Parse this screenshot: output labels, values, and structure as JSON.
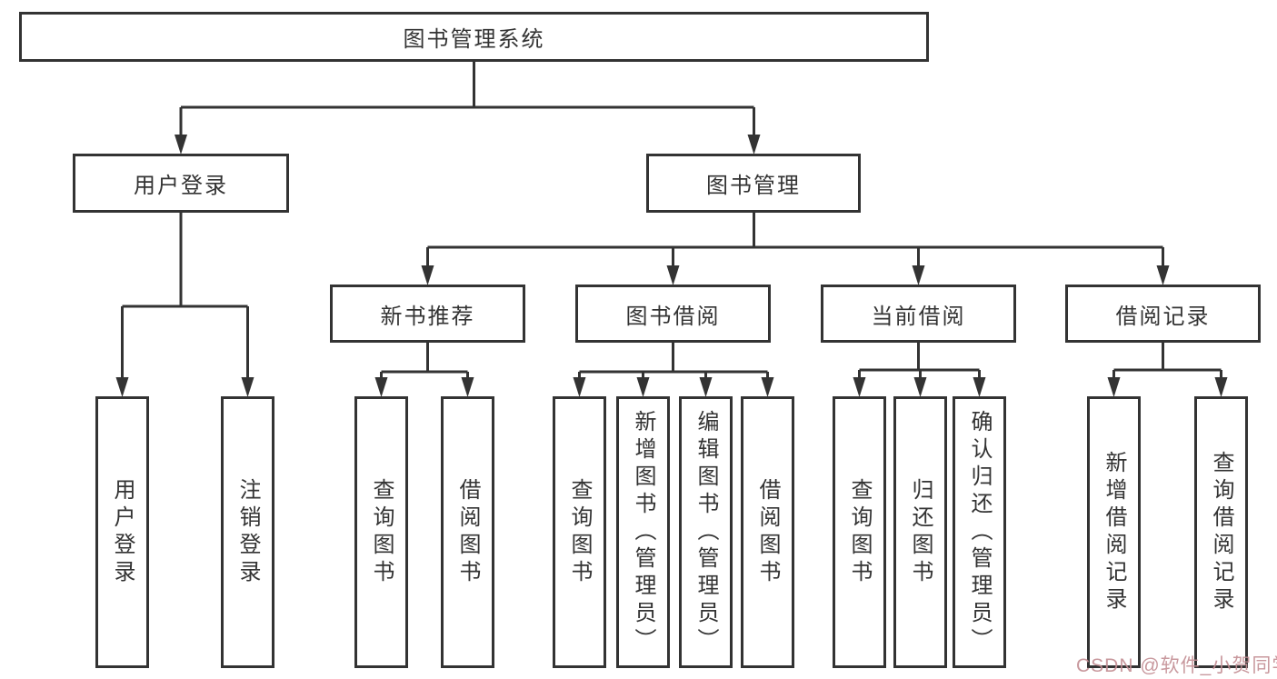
{
  "diagram": {
    "root": {
      "label": "图书管理系统"
    },
    "branches": [
      {
        "label": "用户登录",
        "children": [
          {
            "label": "用户登录"
          },
          {
            "label": "注销登录"
          }
        ]
      },
      {
        "label": "图书管理",
        "children": [
          {
            "label": "新书推荐",
            "children": [
              {
                "label": "查询图书"
              },
              {
                "label": "借阅图书"
              }
            ]
          },
          {
            "label": "图书借阅",
            "children": [
              {
                "label": "查询图书"
              },
              {
                "label": "新增图书（管理员）"
              },
              {
                "label": "编辑图书（管理员）"
              },
              {
                "label": "借阅图书"
              }
            ]
          },
          {
            "label": "当前借阅",
            "children": [
              {
                "label": "查询图书"
              },
              {
                "label": "归还图书"
              },
              {
                "label": "确认归还（管理员）"
              }
            ]
          },
          {
            "label": "借阅记录",
            "children": [
              {
                "label": "新增借阅记录"
              },
              {
                "label": "查询借阅记录"
              }
            ]
          }
        ]
      }
    ]
  },
  "watermark": {
    "text": "CSDN @软件_小贺同学",
    "color": "#c38d93"
  },
  "colors": {
    "line": "#333333",
    "box_border": "#333333",
    "box_fill": "#ffffff",
    "text": "#333333",
    "background": "#ffffff"
  }
}
